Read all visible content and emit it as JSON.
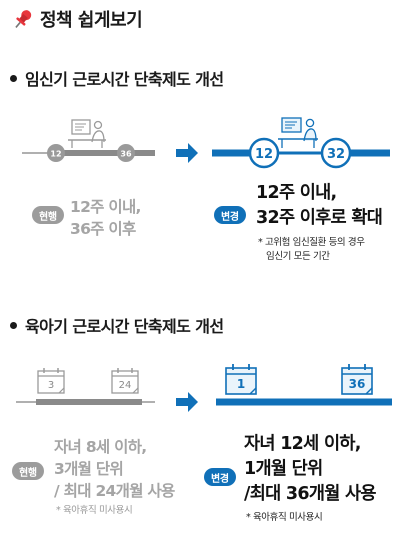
{
  "title": "정책 쉽게보기",
  "icons": {
    "title": "pushpin-icon",
    "section_bullet": "bullet-icon",
    "arrow": "arrow-right-icon",
    "worker": "desk-worker-icon",
    "calendar": "calendar-icon"
  },
  "colors": {
    "current": "#9c9c9c",
    "changed": "#1070b8",
    "pin": "#e8363d"
  },
  "section1": {
    "heading": "임신기 근로시간 단축제도 개선",
    "current": {
      "start_label": "12",
      "end_label": "36",
      "badge": "현행",
      "lines": [
        "12주 이내,",
        "36주 이후"
      ]
    },
    "changed": {
      "start_label": "12",
      "end_label": "32",
      "badge": "변경",
      "lines": [
        "12주 이내,",
        "32주 이후로 확대"
      ],
      "note_lines": [
        "* 고위험 임신질환 등의 경우",
        "임신기 모든 기간"
      ]
    }
  },
  "section2": {
    "heading": "육아기 근로시간 단축제도 개선",
    "current": {
      "start_label": "3",
      "end_label": "24",
      "badge": "현행",
      "lines": [
        "자녀 8세 이하,",
        "3개월 단위",
        "/ 최대 24개월 사용"
      ],
      "note": "* 육아휴직 미사용시"
    },
    "changed": {
      "start_label": "1",
      "end_label": "36",
      "badge": "변경",
      "lines": [
        "자녀 12세 이하,",
        "1개월 단위",
        "/최대 36개월 사용"
      ],
      "note": "* 육아휴직 미사용시"
    }
  }
}
